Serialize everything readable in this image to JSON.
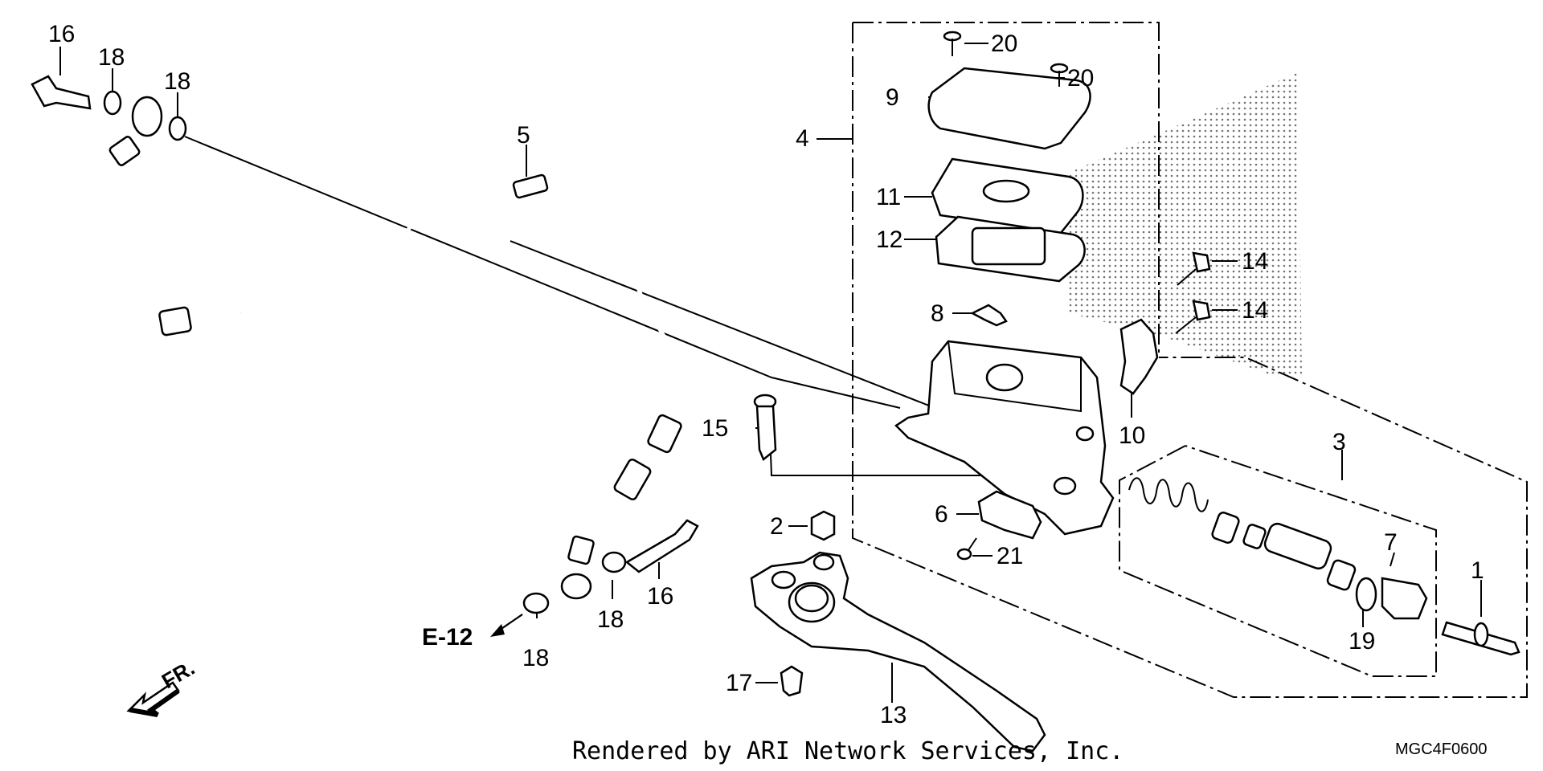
{
  "callouts": {
    "c1": "1",
    "c2": "2",
    "c3": "3",
    "c4": "4",
    "c5": "5",
    "c6": "6",
    "c7": "7",
    "c8": "8",
    "c9": "9",
    "c10": "10",
    "c11": "11",
    "c12": "12",
    "c13": "13",
    "c14a": "14",
    "c14b": "14",
    "c15": "15",
    "c16a": "16",
    "c16b": "16",
    "c17": "17",
    "c18a": "18",
    "c18b": "18",
    "c18c": "18",
    "c18d": "18",
    "c19": "19",
    "c20a": "20",
    "c20b": "20",
    "c21": "21"
  },
  "reference": {
    "label": "E-12"
  },
  "direction": {
    "label": "FR."
  },
  "footer": {
    "credit": "Rendered by ARI Network Services, Inc.",
    "diagram_code": "MGC4F0600"
  }
}
